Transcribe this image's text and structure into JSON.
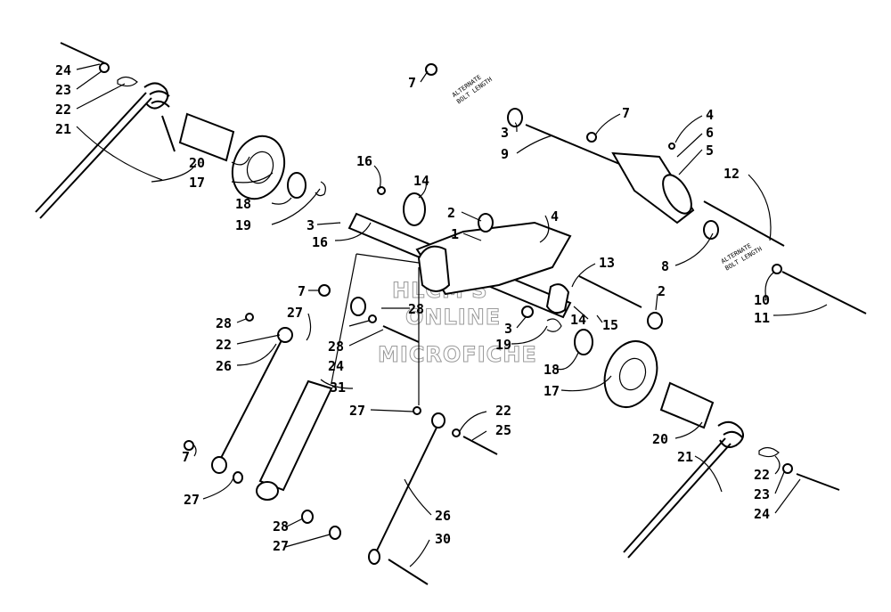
{
  "watermark": {
    "line1": "HLCM'S",
    "line2": "ONLINE",
    "line3": "MICROFICHE"
  },
  "callouts": [
    {
      "id": "c-24-tl",
      "text": "24"
    },
    {
      "id": "c-23-tl",
      "text": "23"
    },
    {
      "id": "c-22-tl",
      "text": "22"
    },
    {
      "id": "c-21-tl",
      "text": "21"
    },
    {
      "id": "c-20-tl",
      "text": "20"
    },
    {
      "id": "c-17-tl",
      "text": "17"
    },
    {
      "id": "c-18-tl",
      "text": "18"
    },
    {
      "id": "c-19-tl",
      "text": "19"
    },
    {
      "id": "c-3-tl",
      "text": "3"
    },
    {
      "id": "c-16-a",
      "text": "16"
    },
    {
      "id": "c-16-b",
      "text": "16"
    },
    {
      "id": "c-14-a",
      "text": "14"
    },
    {
      "id": "c-2-top",
      "text": "2"
    },
    {
      "id": "c-1",
      "text": "1"
    },
    {
      "id": "c-4-mid",
      "text": "4"
    },
    {
      "id": "c-7-top",
      "text": "7"
    },
    {
      "id": "c-3-top",
      "text": "3"
    },
    {
      "id": "c-9",
      "text": "9"
    },
    {
      "id": "c-7-r",
      "text": "7"
    },
    {
      "id": "c-4-r",
      "text": "4"
    },
    {
      "id": "c-6",
      "text": "6"
    },
    {
      "id": "c-5",
      "text": "5"
    },
    {
      "id": "c-12",
      "text": "12"
    },
    {
      "id": "c-8",
      "text": "8"
    },
    {
      "id": "c-13",
      "text": "13"
    },
    {
      "id": "c-10",
      "text": "10"
    },
    {
      "id": "c-11",
      "text": "11"
    },
    {
      "id": "c-2-r",
      "text": "2"
    },
    {
      "id": "c-14-b",
      "text": "14"
    },
    {
      "id": "c-15",
      "text": "15"
    },
    {
      "id": "c-3-m",
      "text": "3"
    },
    {
      "id": "c-19-m",
      "text": "19"
    },
    {
      "id": "c-18-m",
      "text": "18"
    },
    {
      "id": "c-17-m",
      "text": "17"
    },
    {
      "id": "c-20-r",
      "text": "20"
    },
    {
      "id": "c-21-r",
      "text": "21"
    },
    {
      "id": "c-22-r",
      "text": "22"
    },
    {
      "id": "c-23-r",
      "text": "23"
    },
    {
      "id": "c-24-r",
      "text": "24"
    },
    {
      "id": "c-7-l",
      "text": "7"
    },
    {
      "id": "c-27-a",
      "text": "27"
    },
    {
      "id": "c-28-a",
      "text": "28"
    },
    {
      "id": "c-22-l",
      "text": "22"
    },
    {
      "id": "c-26-l",
      "text": "26"
    },
    {
      "id": "c-28-m",
      "text": "28"
    },
    {
      "id": "c-24-m",
      "text": "24"
    },
    {
      "id": "c-31",
      "text": "31"
    },
    {
      "id": "c-28-c",
      "text": "28"
    },
    {
      "id": "c-27-b",
      "text": "27"
    },
    {
      "id": "c-22-b",
      "text": "22"
    },
    {
      "id": "c-25",
      "text": "25"
    },
    {
      "id": "c-7-b",
      "text": "7"
    },
    {
      "id": "c-27-c",
      "text": "27"
    },
    {
      "id": "c-28-b",
      "text": "28"
    },
    {
      "id": "c-27-d",
      "text": "27"
    },
    {
      "id": "c-26-b",
      "text": "26"
    },
    {
      "id": "c-30",
      "text": "30"
    }
  ],
  "decal_text": {
    "line1": "ALTERNATE",
    "line2": "BOLT LENGTH"
  }
}
